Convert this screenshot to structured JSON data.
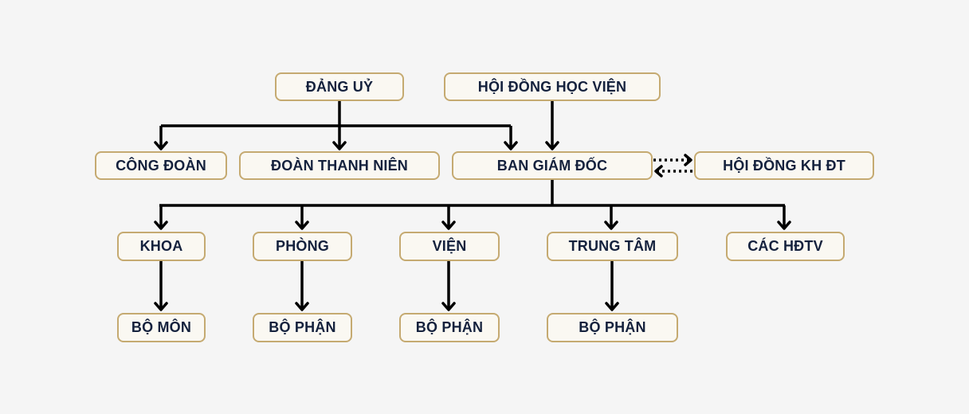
{
  "nodes": {
    "dang_uy": "ĐẢNG UỶ",
    "hoi_dong_hoc_vien": "HỘI ĐỒNG HỌC VIỆN",
    "cong_doan": "CÔNG ĐOÀN",
    "doan_thanh_nien": "ĐOÀN THANH NIÊN",
    "ban_giam_doc": "BAN GIÁM ĐỐC",
    "hoi_dong_kh_dt": "HỘI ĐỒNG KH ĐT",
    "khoa": "KHOA",
    "phong": "PHÒNG",
    "vien": "VIỆN",
    "trung_tam": "TRUNG TÂM",
    "cac_hdtv": "CÁC HĐTV",
    "bo_mon": "BỘ MÔN",
    "bo_phan_phong": "BỘ PHẬN",
    "bo_phan_vien": "BỘ PHẬN",
    "bo_phan_trung_tam": "BỘ PHẬN"
  },
  "colors": {
    "background": "#f5f5f5",
    "node_fill": "#faf8f2",
    "node_border": "#c5aa71",
    "node_text": "#14213d",
    "connector": "#000000"
  }
}
